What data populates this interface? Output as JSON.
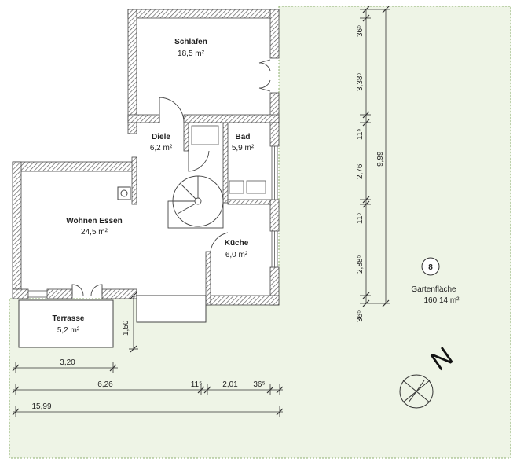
{
  "rooms": {
    "schlafen": {
      "name": "Schlafen",
      "area": "18,5 m²"
    },
    "diele": {
      "name": "Diele",
      "area": "6,2 m²"
    },
    "bad": {
      "name": "Bad",
      "area": "5,9 m²"
    },
    "wohnen": {
      "name": "Wohnen Essen",
      "area": "24,5 m²"
    },
    "kueche": {
      "name": "Küche",
      "area": "6,0 m²"
    },
    "terrasse": {
      "name": "Terrasse",
      "area": "5,2 m²"
    },
    "garten": {
      "name": "Gartenfläche",
      "area": "160,14 m²",
      "number": "8"
    }
  },
  "dims": {
    "v_36a": "36⁵",
    "v_338": "3,38⁵",
    "v_11a": "11⁵",
    "v_276": "2,76",
    "v_11b": "11⁵",
    "v_288": "2,88⁵",
    "v_36b": "36⁵",
    "v_999": "9,99",
    "v_150": "1,50",
    "h_320": "3,20",
    "h_626": "6,26",
    "h_11": "11⁵",
    "h_201": "2,01",
    "h_36": "36⁵",
    "h_1599": "15,99"
  },
  "compass": {
    "label": "N"
  },
  "colors": {
    "garden_fill": "#eef4e6",
    "garden_stroke": "#8fb070",
    "wall_hatch": "#555555",
    "line": "#333333"
  }
}
